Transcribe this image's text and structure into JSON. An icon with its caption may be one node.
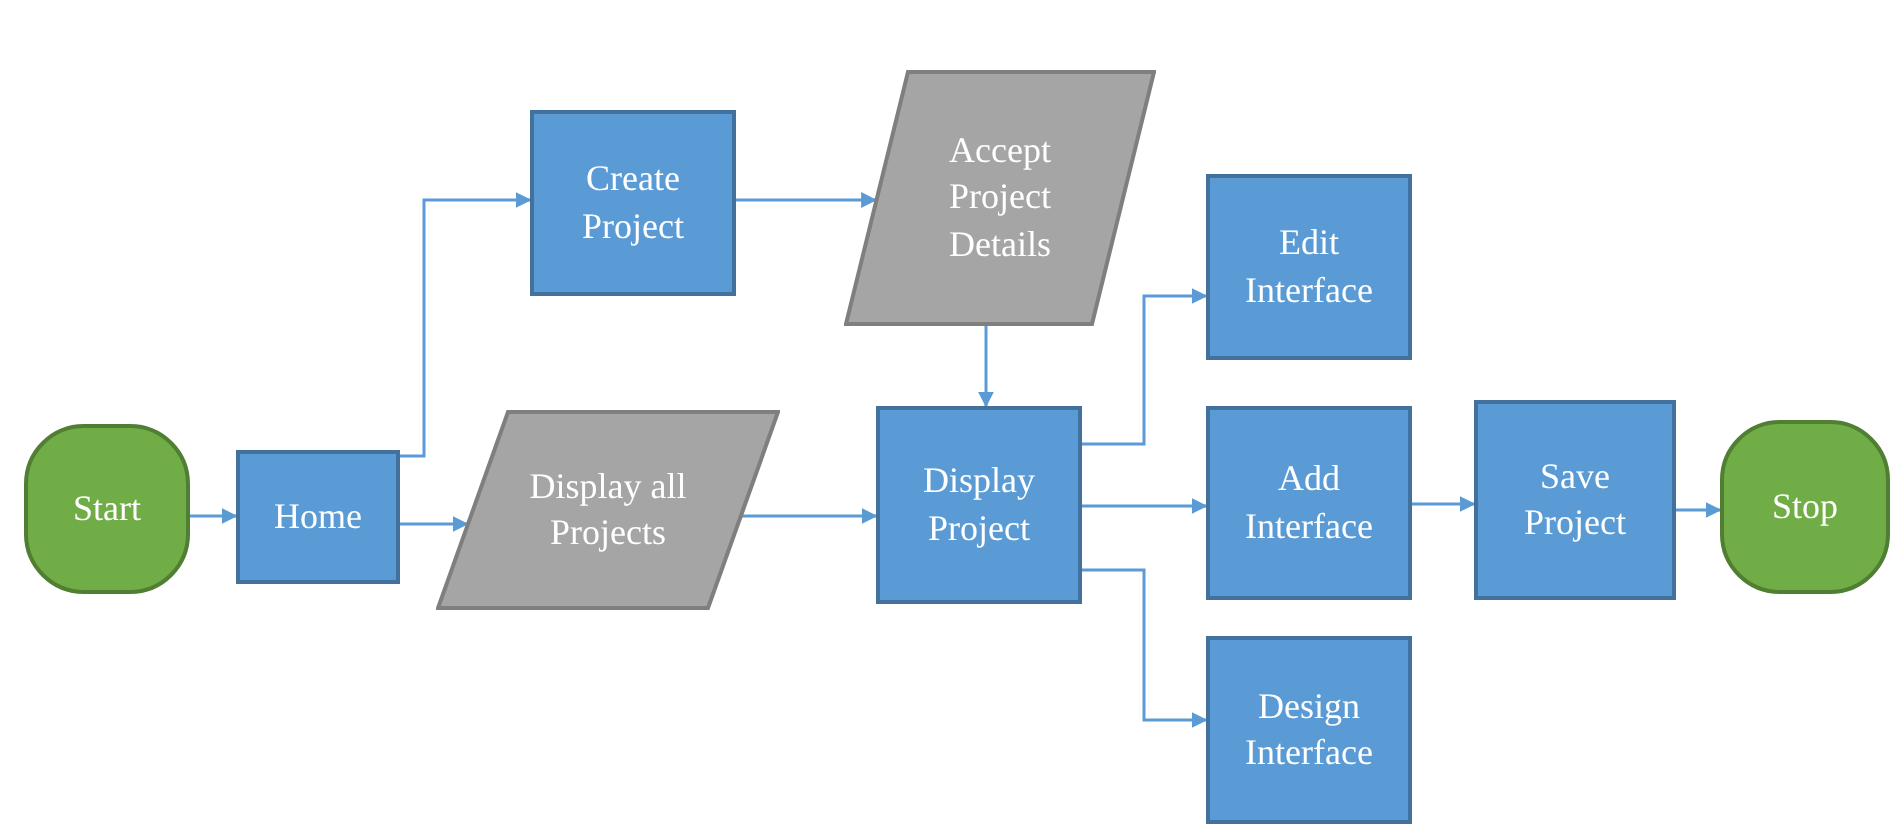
{
  "diagram": {
    "nodes": [
      {
        "text": [
          "Start"
        ]
      },
      {
        "text": [
          "Home"
        ]
      },
      {
        "text": [
          "Create Project"
        ]
      },
      {
        "text": [
          "Accept Project Details"
        ]
      },
      {
        "text": [
          "Display all Projects"
        ]
      },
      {
        "text": [
          "Display Project"
        ]
      },
      {
        "text": [
          "Edit Interface"
        ]
      },
      {
        "text": [
          "Add Interface"
        ]
      },
      {
        "text": [
          "Design Interface"
        ]
      },
      {
        "text": [
          "Save Project"
        ]
      },
      {
        "text": [
          "Stop"
        ]
      }
    ],
    "edges": [
      {
        "from": 0,
        "to": 1,
        "arrow": "to"
      },
      {
        "from": 1,
        "to": 2,
        "arrow": "to"
      },
      {
        "from": 1,
        "to": 4,
        "arrow": "to"
      },
      {
        "from": 2,
        "to": 3,
        "arrow": "to"
      },
      {
        "from": 3,
        "to": 5,
        "arrow": "to"
      },
      {
        "from": 4,
        "to": 5,
        "arrow": "to"
      },
      {
        "from": 5,
        "to": 6,
        "arrow": "to"
      },
      {
        "from": 5,
        "to": 7,
        "arrow": "to"
      },
      {
        "from": 5,
        "to": 8,
        "arrow": "to"
      },
      {
        "from": 7,
        "to": 9,
        "arrow": "to"
      },
      {
        "from": 9,
        "to": 10,
        "arrow": "to"
      }
    ]
  }
}
